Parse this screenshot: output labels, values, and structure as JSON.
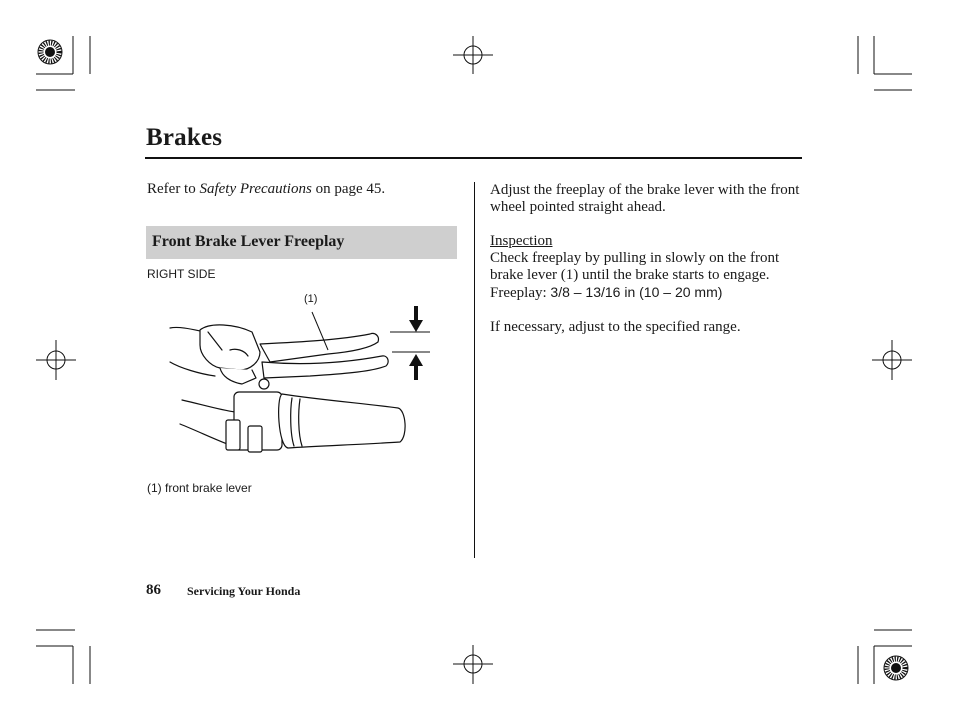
{
  "header": {
    "title": "Brakes"
  },
  "left": {
    "refer_prefix": "Refer to ",
    "refer_link": "Safety Precautions",
    "refer_mid": " on page ",
    "refer_page": "45",
    "refer_end": ".",
    "section_title": "Front Brake Lever Freeplay",
    "figure_label": "RIGHT SIDE",
    "callout": "(1)",
    "caption": "(1) front brake lever"
  },
  "right": {
    "intro": "Adjust the freeplay of the brake lever with the front wheel pointed straight ahead.",
    "inspection_heading": "Inspection",
    "check_text": "Check freeplay by pulling in slowly on the front brake lever (1) until the brake starts to engage.",
    "freeplay_label": "Freeplay: ",
    "freeplay_value": "3/8 – 13/16 in (10 – 20 mm)",
    "adjust_text": "If necessary, adjust to the specified range."
  },
  "footer": {
    "page_number": "86",
    "section": "Servicing Your Honda"
  }
}
